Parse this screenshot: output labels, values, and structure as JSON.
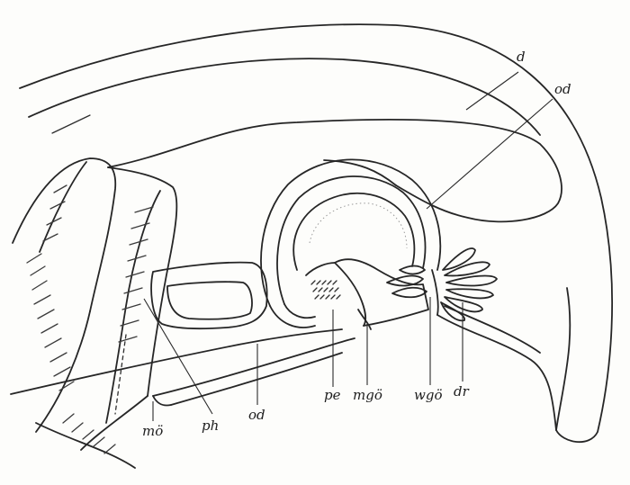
{
  "colors": {
    "ink": "#262626",
    "paper": "#fdfdfb"
  },
  "labels": {
    "d": "d",
    "od_upper": "od",
    "od_lower": "od",
    "pe": "pe",
    "mgo": "mgö",
    "wgo": "wgö",
    "dr": "dr",
    "mo": "mö",
    "ph": "ph"
  }
}
